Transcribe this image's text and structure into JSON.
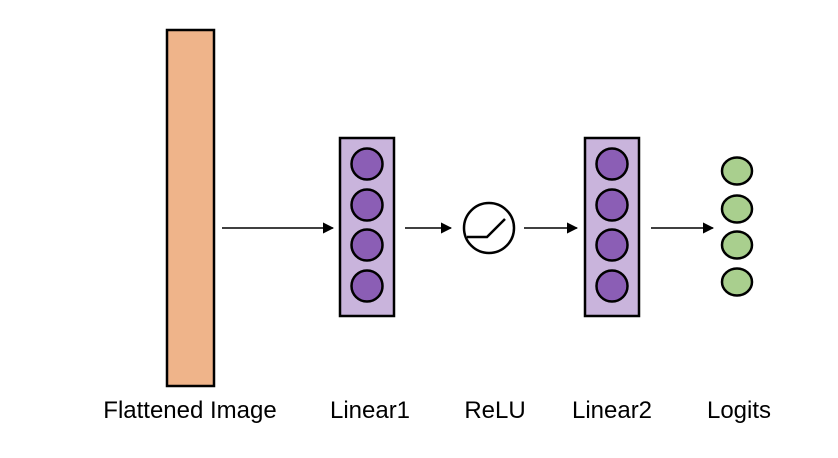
{
  "labels": {
    "input": "Flattened Image",
    "linear1": "Linear1",
    "relu": "ReLU",
    "linear2": "Linear2",
    "logits": "Logits"
  },
  "colors": {
    "input_fill": "#EFB48A",
    "layer_fill": "#C9B4DC",
    "neuron_fill": "#8B5EB5",
    "logit_fill": "#A9CF8E",
    "stroke": "#000000"
  }
}
